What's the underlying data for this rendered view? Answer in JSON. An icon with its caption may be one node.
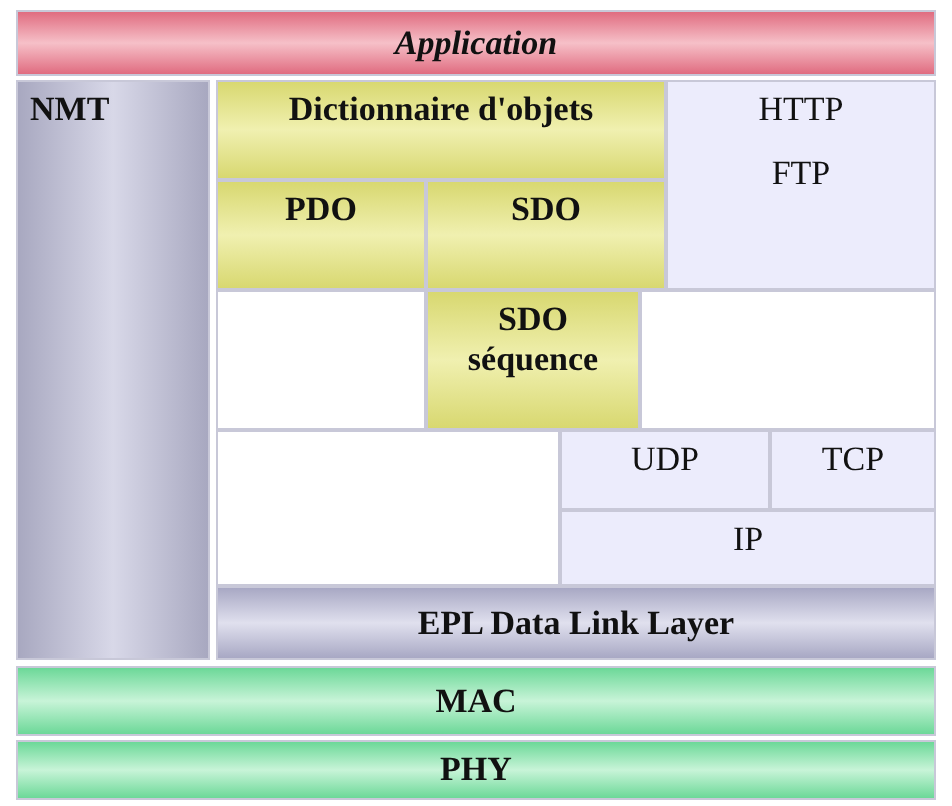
{
  "diagram": {
    "nodes": [
      {
        "text": [
          "Application"
        ]
      },
      {
        "text": [
          "NMT"
        ]
      },
      {
        "text": [
          "Dictionnaire d'objets"
        ]
      },
      {
        "text": [
          "HTTP",
          "FTP"
        ]
      },
      {
        "text": [
          "PDO"
        ]
      },
      {
        "text": [
          "SDO"
        ]
      },
      {
        "text": [],
        "shape": "box"
      },
      {
        "text": [
          "SDO séquence"
        ]
      },
      {
        "text": [],
        "shape": "box"
      },
      {
        "text": [],
        "shape": "box"
      },
      {
        "text": [
          "UDP"
        ]
      },
      {
        "text": [
          "TCP"
        ]
      },
      {
        "text": [
          "IP"
        ]
      },
      {
        "text": [
          "EPL Data Link Layer"
        ]
      },
      {
        "text": [
          "MAC"
        ]
      },
      {
        "text": [
          "PHY"
        ]
      }
    ],
    "edges": []
  }
}
